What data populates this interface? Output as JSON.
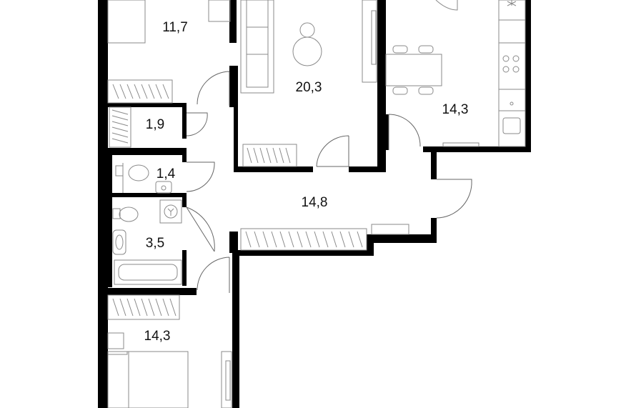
{
  "plan": {
    "rooms": [
      {
        "id": "bedroom-top",
        "area": "11,7"
      },
      {
        "id": "living-room",
        "area": "20,3"
      },
      {
        "id": "kitchen",
        "area": "14,3"
      },
      {
        "id": "wardrobe",
        "area": "1,9"
      },
      {
        "id": "toilet",
        "area": "1,4"
      },
      {
        "id": "bathroom",
        "area": "3,5"
      },
      {
        "id": "hallway",
        "area": "14,8"
      },
      {
        "id": "bedroom-bottom",
        "area": "14,3"
      }
    ]
  },
  "colors": {
    "wall": "#000000",
    "background": "#ffffff",
    "furniture_line": "#8a8a8a"
  },
  "icons": [
    "door-swing-icon",
    "bed-icon",
    "sofa-icon",
    "table-icon",
    "stove-icon",
    "sink-icon",
    "toilet-icon",
    "bathtub-icon",
    "wardrobe-icon",
    "washing-machine-icon",
    "plant-icon"
  ]
}
